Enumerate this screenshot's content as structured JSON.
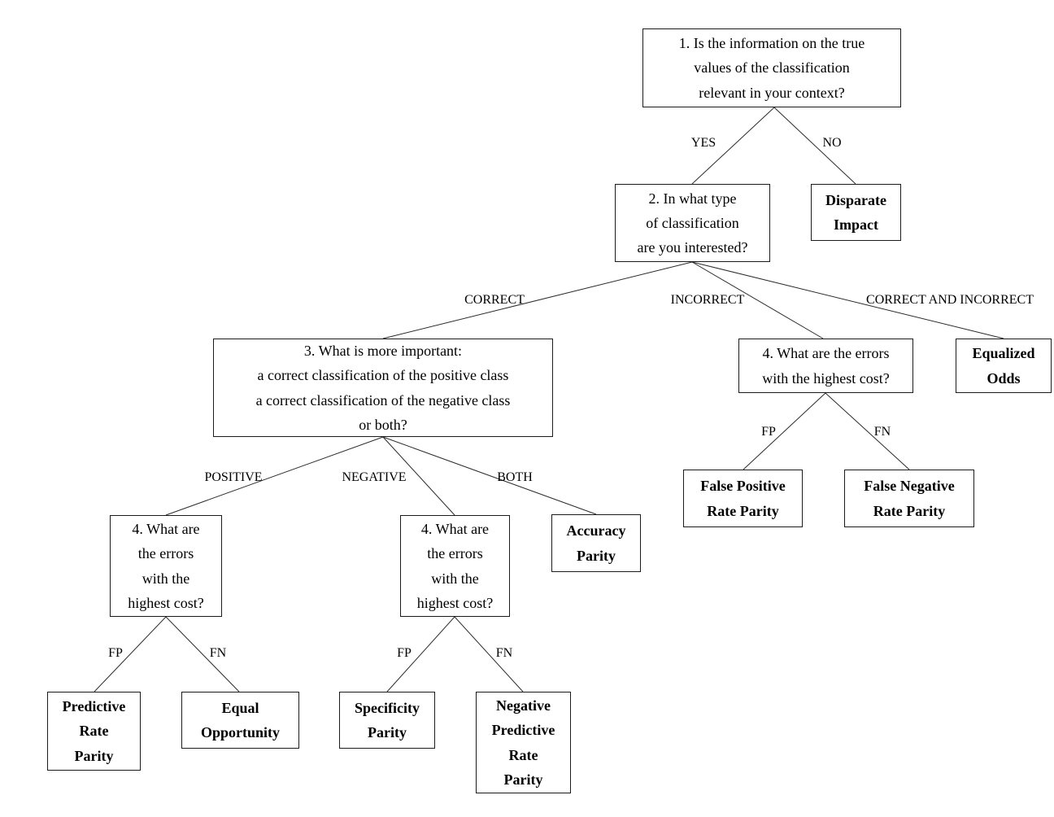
{
  "colors": {
    "ink": "#000000",
    "line": "#2b2b2b",
    "background": "#ffffff"
  },
  "nodes": {
    "q1": "1. Is the information on the true\nvalues of the classification\nrelevant in your context?",
    "q2": "2. In what type\nof classification\nare you interested?",
    "q3": "3. What is more important:\na correct classification of the positive class\na correct classification of the negative class\nor both?",
    "q4_left": "4. What are\nthe errors\nwith the\nhighest cost?",
    "q4_middle": "4. What are\nthe errors\nwith the\nhighest cost?",
    "q4_right": "4. What are the errors\nwith the highest cost?",
    "disparate_impact": "Disparate\nImpact",
    "equalized_odds": "Equalized\nOdds",
    "accuracy_parity": "Accuracy\nParity",
    "false_positive_rate_parity": "False Positive\nRate Parity",
    "false_negative_rate_parity": "False Negative\nRate Parity",
    "predictive_rate_parity": "Predictive\nRate\nParity",
    "equal_opportunity": "Equal\nOpportunity",
    "specificity_parity": "Specificity\nParity",
    "negative_predictive_rate_parity": "Negative\nPredictive\nRate\nParity"
  },
  "edge_labels": {
    "yes": "YES",
    "no": "NO",
    "correct": "CORRECT",
    "incorrect": "INCORRECT",
    "correct_and_incorrect": "CORRECT AND INCORRECT",
    "positive": "POSITIVE",
    "negative": "NEGATIVE",
    "both": "BOTH",
    "fp": "FP",
    "fn": "FN"
  },
  "structure": [
    {
      "from": "q1",
      "label": "YES",
      "to": "q2"
    },
    {
      "from": "q1",
      "label": "NO",
      "to": "disparate_impact"
    },
    {
      "from": "q2",
      "label": "CORRECT",
      "to": "q3"
    },
    {
      "from": "q2",
      "label": "INCORRECT",
      "to": "q4_right"
    },
    {
      "from": "q2",
      "label": "CORRECT AND INCORRECT",
      "to": "equalized_odds"
    },
    {
      "from": "q3",
      "label": "POSITIVE",
      "to": "q4_left"
    },
    {
      "from": "q3",
      "label": "NEGATIVE",
      "to": "q4_middle"
    },
    {
      "from": "q3",
      "label": "BOTH",
      "to": "accuracy_parity"
    },
    {
      "from": "q4_left",
      "label": "FP",
      "to": "predictive_rate_parity"
    },
    {
      "from": "q4_left",
      "label": "FN",
      "to": "equal_opportunity"
    },
    {
      "from": "q4_middle",
      "label": "FP",
      "to": "specificity_parity"
    },
    {
      "from": "q4_middle",
      "label": "FN",
      "to": "negative_predictive_rate_parity"
    },
    {
      "from": "q4_right",
      "label": "FP",
      "to": "false_positive_rate_parity"
    },
    {
      "from": "q4_right",
      "label": "FN",
      "to": "false_negative_rate_parity"
    }
  ]
}
